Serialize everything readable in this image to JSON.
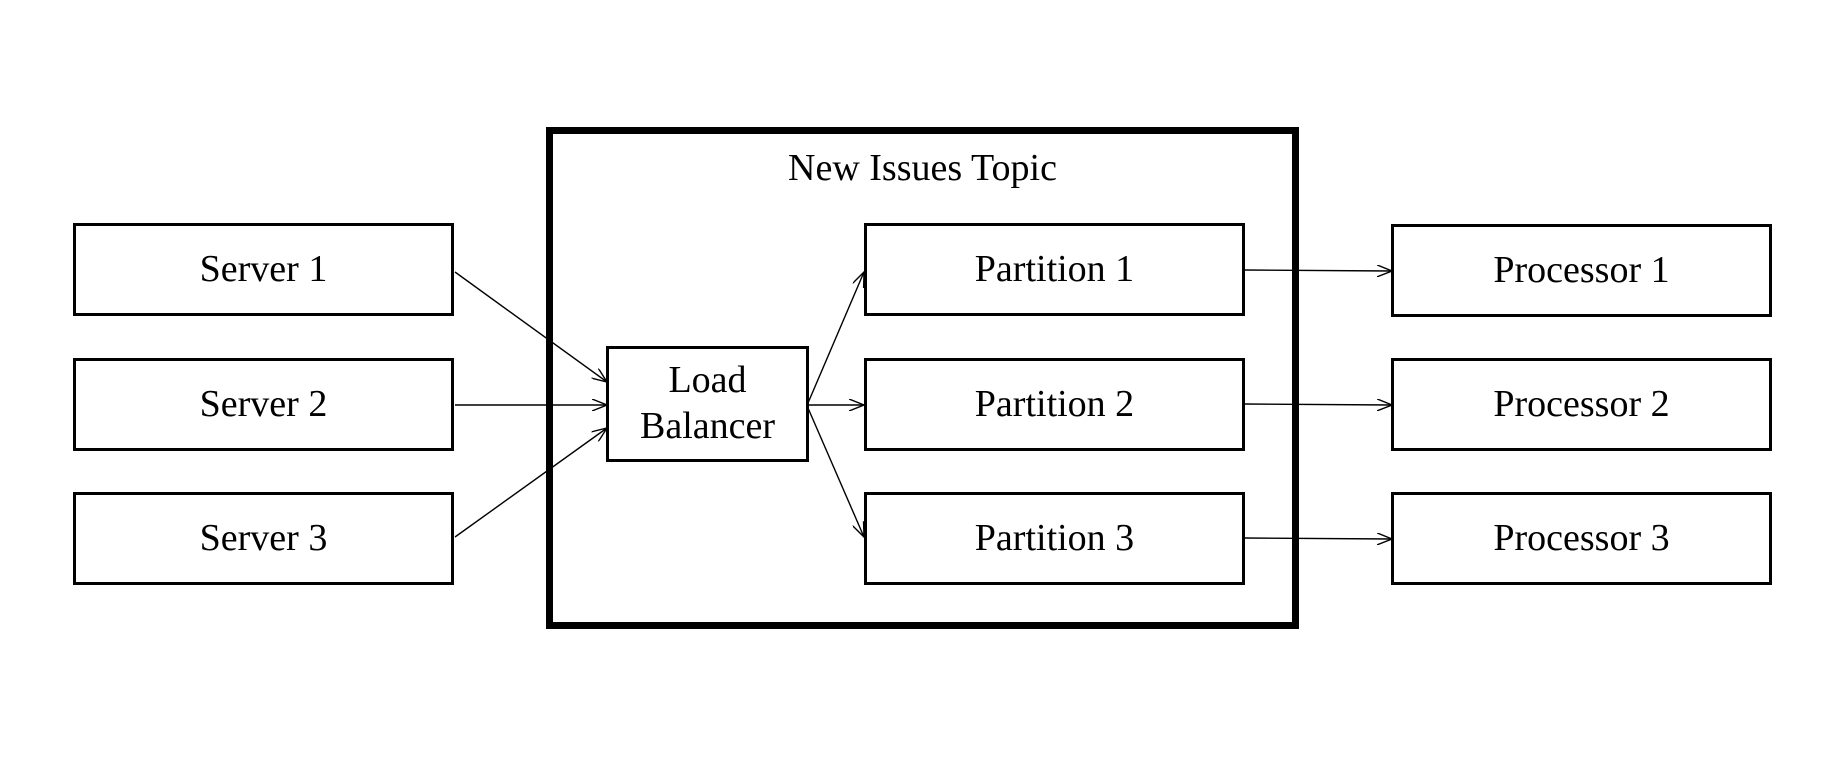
{
  "topic": {
    "title": "New Issues Topic"
  },
  "servers": [
    "Server 1",
    "Server 2",
    "Server 3"
  ],
  "load_balancer": {
    "line1": "Load",
    "line2": "Balancer"
  },
  "partitions": [
    "Partition 1",
    "Partition 2",
    "Partition 3"
  ],
  "processors": [
    "Processor 1",
    "Processor 2",
    "Processor 3"
  ],
  "colors": {
    "stroke": "#000000",
    "background": "#ffffff"
  }
}
